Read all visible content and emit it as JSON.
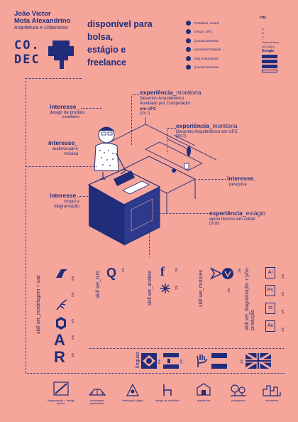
{
  "header": {
    "name_line1": "João Victor",
    "name_line2": "Mota Alexandrino",
    "subtitle": "Arquitetura e Urbanismo",
    "logo_line1": "CO.",
    "logo_line2": "DEC",
    "headline": [
      "disponível para",
      "bolsa,",
      "estágio e",
      "freelance"
    ]
  },
  "contacts": [
    {
      "icon": "pin-icon",
      "text": "Fortaleza, Ceará"
    },
    {
      "icon": "graduation-cap-icon",
      "text": "DAUD, UFC"
    },
    {
      "icon": "pinterest-icon",
      "text": "/joaovictormotaa"
    },
    {
      "icon": "mail-icon",
      "text": "joaovictormotaa@…"
    },
    {
      "icon": "whatsapp-icon",
      "text": "(85) 9 99124290"
    },
    {
      "icon": "issuu-icon",
      "text": "/joaovictormotaa"
    }
  ],
  "info_box": {
    "title": "info",
    "items": [
      "A",
      "B",
      "C",
      "Product Sans",
      "#0123abc_",
      "Google"
    ]
  },
  "annotations": {
    "exp_monitoria_1": {
      "title_a": "experiência",
      "title_b": "_monitoria",
      "lines": [
        "Desenho Arquitetônico",
        "Auxiliado por Computador",
        "em UFC"
      ],
      "year": "[2017]"
    },
    "exp_monitoria_2": {
      "title_a": "experiência",
      "title_b": "_monitoria",
      "lines": [
        "Desenho Arquitetônico em UFC"
      ],
      "year": "[2017]"
    },
    "exp_estagio": {
      "title_a": "experiência",
      "title_b": "_estágio",
      "lines": [
        "apoio técnico em collab"
      ],
      "year": "[2018]"
    },
    "int_design": {
      "title": "interesse_",
      "lines": [
        "design de produto",
        "(mobiliário)"
      ]
    },
    "int_audiovisual": {
      "title": "interesse_",
      "lines": [
        "audiovisual e",
        "música"
      ]
    },
    "int_croqui": {
      "title": "interesse_",
      "lines": [
        "croqui e",
        "diagramação"
      ]
    },
    "int_pesquisa": {
      "title": "interesse_",
      "lines": [
        "pesquisa"
      ]
    }
  },
  "skills": [
    {
      "label": "skill set_modelagem + cad",
      "levels": [
        "5/6",
        "5/6",
        "4/6",
        "5/6",
        "4/6"
      ]
    },
    {
      "label": "skill set_GIS",
      "levels": [
        "2/6"
      ]
    },
    {
      "label": "skill set_análise",
      "levels": [
        "2/6",
        "2/6"
      ]
    },
    {
      "label": "skill set_motores",
      "levels": [
        "1/6",
        "3/6"
      ]
    },
    {
      "label": "skill set_diagramação + pós-produção",
      "levels": [
        "4/6",
        "4/6",
        "4/6",
        "4/6"
      ]
    }
  ],
  "adobe_icons": [
    "Ai",
    "Ps",
    "Id",
    "Ae"
  ],
  "letter_icons": [
    "A",
    "R"
  ],
  "languages": {
    "label": "línguas",
    "levels": [
      "6/6",
      "2/6",
      "4/6"
    ]
  },
  "bottom_items": [
    "diagramação + design gráfico",
    "modelagem paramétrica",
    "fabricação digital",
    "design de mobiliário",
    "arquitetura",
    "paisagismo",
    "urbanismo"
  ],
  "colors": {
    "background": "#f6a59b",
    "navy": "#1f2d7a"
  }
}
